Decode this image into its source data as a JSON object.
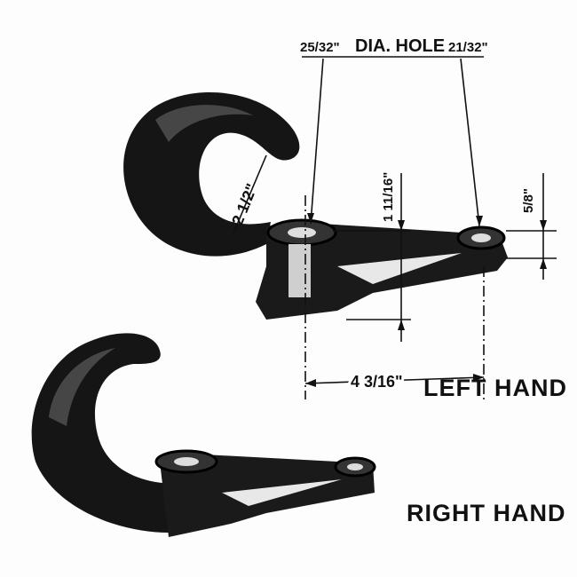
{
  "labels": {
    "hole_left": "25/32\"",
    "hole_title": "DIA. HOLE",
    "hole_right": "21/32\"",
    "height_boss": "1 11/16\"",
    "height_eye": "5/8\"",
    "hook_opening": "2 1/2\"",
    "spacing": "4 3/16\"",
    "left_hand": "LEFT HAND",
    "right_hand": "RIGHT HAND"
  },
  "colors": {
    "ink": "#111111",
    "paper": "#fdfdfd"
  }
}
